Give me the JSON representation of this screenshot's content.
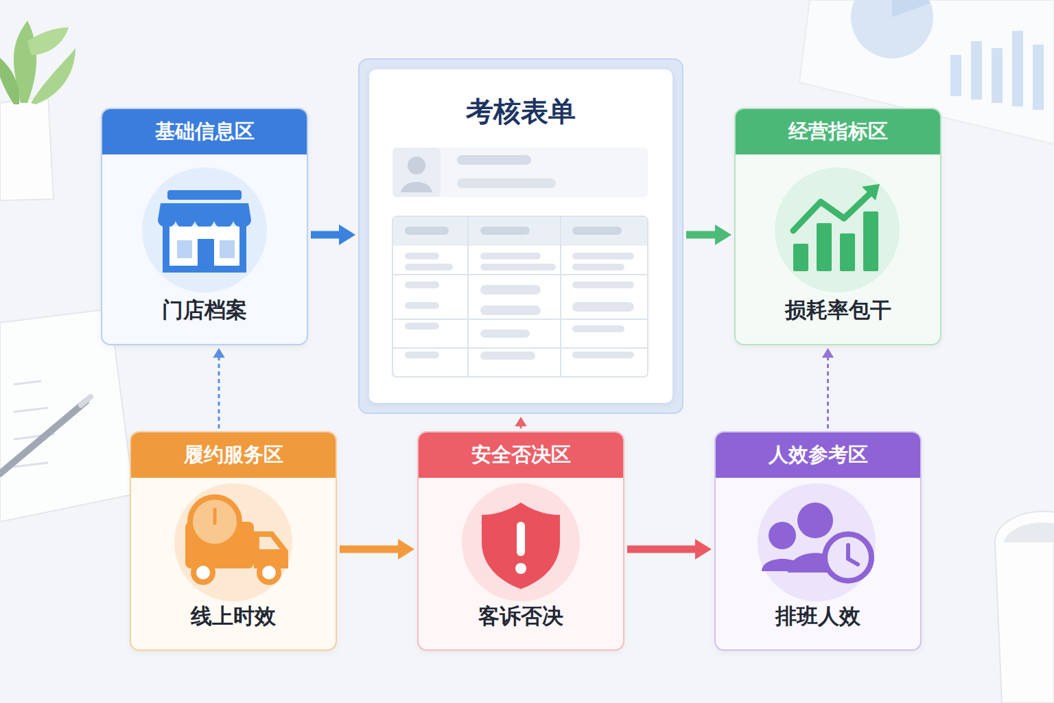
{
  "diagram": {
    "nodes": [
      {
        "text": [
          "基础信息区",
          "门店档案"
        ]
      },
      {
        "text": [
          "考核表单"
        ]
      },
      {
        "text": [
          "经营指标区",
          "损耗率包干"
        ]
      },
      {
        "text": [
          "履约服务区",
          "线上时效"
        ]
      },
      {
        "text": [
          "安全否决区",
          "客诉否决"
        ]
      },
      {
        "text": [
          "人效参考区",
          "排班人效"
        ]
      }
    ],
    "edges": [
      {
        "from": 0,
        "to": 1,
        "arrow": "to"
      },
      {
        "from": 1,
        "to": 2,
        "arrow": "to"
      },
      {
        "from": 3,
        "to": 0,
        "arrow": "to"
      },
      {
        "from": 4,
        "to": 1,
        "arrow": "to"
      },
      {
        "from": 5,
        "to": 2,
        "arrow": "to"
      },
      {
        "from": 3,
        "to": 4,
        "arrow": "to"
      },
      {
        "from": 4,
        "to": 5,
        "arrow": "to"
      }
    ]
  }
}
